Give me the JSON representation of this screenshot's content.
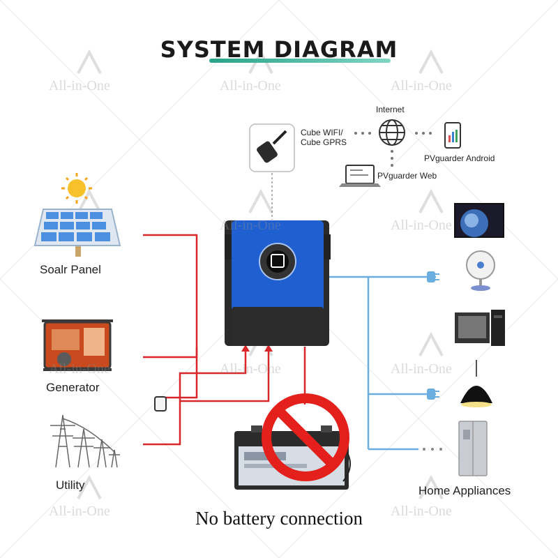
{
  "title": "SYSTEM DIAGRAM",
  "footer": "No battery connection",
  "sources": {
    "solar": "Soalr Panel",
    "generator": "Generator",
    "utility": "Utility"
  },
  "monitoring": {
    "internet": "Internet",
    "cube_line1": "Cube WIFI/",
    "cube_line2": "Cube  GPRS",
    "app": "PVguarder Android",
    "web": "PVguarder Web"
  },
  "loads": "Home Appliances",
  "watermark": "All-in-One",
  "colors": {
    "ac_line": "#d9262b",
    "load_line": "#6aaee0",
    "inverter": "#1f5fd0",
    "prohibit": "#e3201b"
  }
}
